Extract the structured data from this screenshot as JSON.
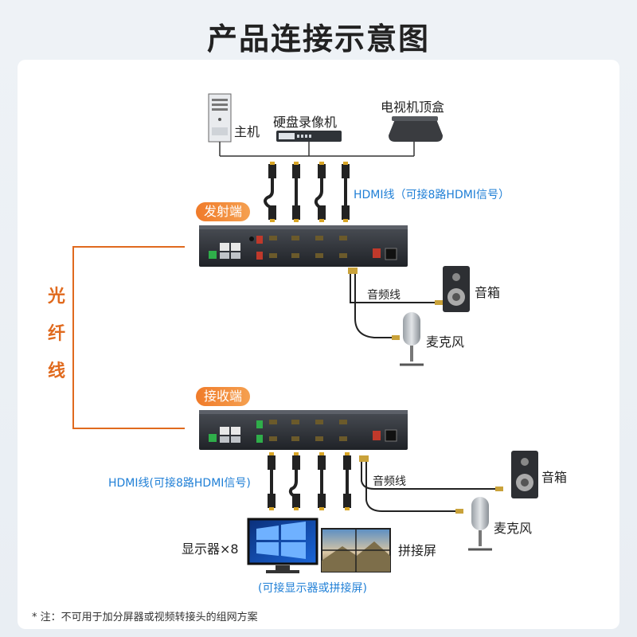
{
  "title": "产品连接示意图",
  "top_devices": {
    "host": "主机",
    "nvr": "硬盘录像机",
    "stb": "电视机顶盒"
  },
  "transmitter": {
    "tag": "发射端",
    "hdmi_note": "HDMI线（可接8路HDMI信号）",
    "audio_cable": "音频线",
    "speaker": "音箱",
    "microphone": "麦克风"
  },
  "fiber_label": [
    "光",
    "纤",
    "线"
  ],
  "receiver": {
    "tag": "接收端",
    "hdmi_note": "HDMI线(可接8路HDMI信号)",
    "audio_cable": "音频线",
    "speaker": "音箱",
    "microphone": "麦克风",
    "monitor": "显示器×8",
    "splice_screen": "拼接屏",
    "display_note": "(可接显示器或拼接屏)"
  },
  "footnote": "* 注：不可用于加分屏器或视频转接头的组网方案",
  "colors": {
    "accent_orange": "#f07b2a",
    "fiber_orange": "#e06a1e",
    "note_blue": "#1f7fd6",
    "device_dark": "#2b2e33"
  }
}
